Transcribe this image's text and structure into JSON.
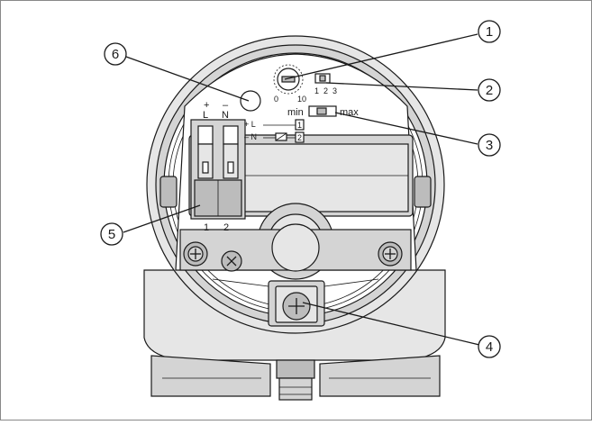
{
  "callouts": [
    {
      "id": "1",
      "label": "1"
    },
    {
      "id": "2",
      "label": "2"
    },
    {
      "id": "3",
      "label": "3"
    },
    {
      "id": "4",
      "label": "4"
    },
    {
      "id": "5",
      "label": "5"
    },
    {
      "id": "6",
      "label": "6"
    }
  ],
  "rotary_switch": {
    "min_mark": "0",
    "max_mark": "10"
  },
  "dip_switch": {
    "positions": [
      "1",
      "2",
      "3"
    ]
  },
  "mode_switch": {
    "left": "min",
    "right": "max"
  },
  "terminals": {
    "plus_symbol": "+",
    "minus_symbol": "–",
    "polarity_L": "L",
    "polarity_N": "N",
    "legend_L": "+ L",
    "legend_N": "– N",
    "legend_box_1": "1",
    "legend_box_2": "2",
    "number_1": "1",
    "number_2": "2"
  }
}
